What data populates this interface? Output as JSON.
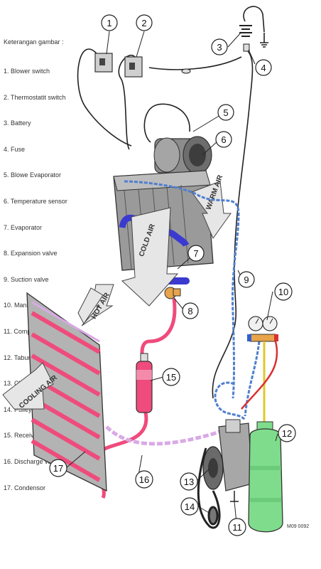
{
  "legend_title": "Keterangan gambar :",
  "legend": [
    "1. Blower switch",
    "2. Thermostatit switch",
    "3. Battery",
    "4. Fuse",
    "5. Blowe Evaporator",
    "6. Temperature sensor",
    "7. Evaporator",
    "8. Expansion valve",
    "9. Suction valve",
    "10. Manifold",
    "11. Compressor",
    "12. Tabung refrigerant",
    "13. Clutch",
    "14. Pulley",
    "15. Receiver dryer",
    "16. Discharge valve",
    "17. Condensor"
  ],
  "callouts": [
    "1",
    "2",
    "3",
    "4",
    "5",
    "6",
    "7",
    "8",
    "9",
    "10",
    "11",
    "12",
    "13",
    "14",
    "15",
    "16",
    "17"
  ],
  "air_labels": {
    "cold": "COLD AIR",
    "warm": "WARM AIR",
    "hot": "HOT AIR",
    "cooling": "COOLING AIR"
  },
  "figure_code": "M09 0092",
  "colors": {
    "high_pressure_line": "#ef4b7c",
    "low_pressure_line": "#4f7fd0",
    "refrigerant_tank": "#7fdc8c",
    "receiver_dryer": "#ef4b7c",
    "evaporator_tube": "#3a3ad0",
    "manifold_high": "#d93030",
    "manifold_low": "#3060d0"
  }
}
